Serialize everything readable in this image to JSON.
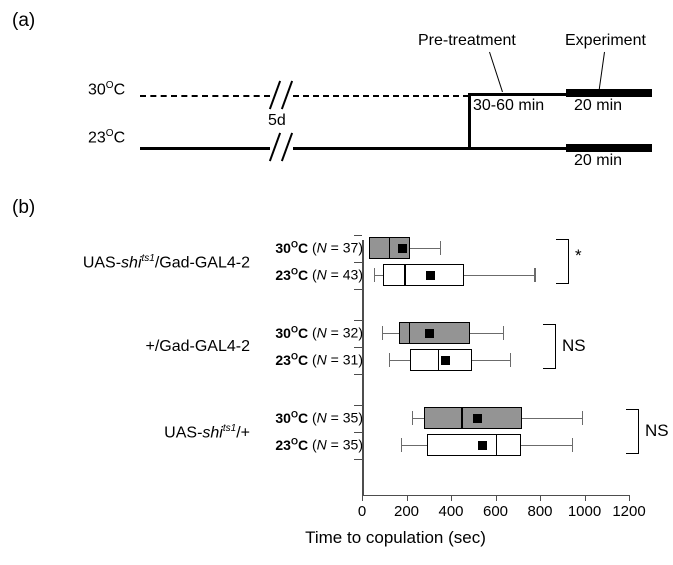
{
  "figure": {
    "panel_a_letter": "(a)",
    "panel_b_letter": "(b)"
  },
  "panel_a": {
    "temp_high": "30",
    "temp_high_sup": "O",
    "temp_high_unit": "C",
    "temp_low": "23",
    "temp_low_sup": "O",
    "temp_low_unit": "C",
    "duration_rearing": "5d",
    "callout_pretreatment": "Pre-treatment",
    "callout_experiment": "Experiment",
    "duration_pretreatment": "30-60 min",
    "duration_experiment_high": "20 min",
    "duration_experiment_low": "20 min"
  },
  "chart_data": {
    "type": "boxplot",
    "title": "",
    "xlabel": "Time to copulation (sec)",
    "ylabel": "",
    "xlim": [
      0,
      1200
    ],
    "xticks": [
      0,
      200,
      400,
      600,
      800,
      1000,
      1200
    ],
    "xticklabels": [
      "0",
      "200",
      "400",
      "600",
      "800",
      "1000",
      "1200"
    ],
    "grid": false,
    "legend": "none",
    "groups": [
      {
        "genotype_plain": "UAS-shi(ts1)/Gad-GAL4-2",
        "genotype_prefix": "UAS-",
        "genotype_italic": "shi",
        "genotype_sup": "ts1",
        "genotype_suffix": "/Gad-GAL4-2",
        "significance": "*",
        "rows": [
          {
            "temp": "30",
            "temp_sup": "O",
            "temp_unit": "C",
            "n_prefix": "(",
            "n_var": "N",
            "n_eq": " = ",
            "n_value": "37",
            "n_suffix": ")",
            "fill": "gray",
            "whisker_low": 30,
            "q1": 32,
            "median": 120,
            "mean": 180,
            "q3": 216,
            "whisker_high": 350
          },
          {
            "temp": "23",
            "temp_sup": "O",
            "temp_unit": "C",
            "n_prefix": "(",
            "n_var": "N",
            "n_eq": " = ",
            "n_value": "43",
            "n_suffix": ")",
            "fill": "white",
            "whisker_low": 55,
            "q1": 95,
            "median": 190,
            "mean": 310,
            "q3": 460,
            "whisker_high": 775
          }
        ]
      },
      {
        "genotype_plain": "+/Gad-GAL4-2",
        "genotype_prefix": "+/Gad-GAL4-2",
        "genotype_italic": "",
        "genotype_sup": "",
        "genotype_suffix": "",
        "significance": "NS",
        "rows": [
          {
            "temp": "30",
            "temp_sup": "O",
            "temp_unit": "C",
            "n_prefix": "(",
            "n_var": "N",
            "n_eq": " = ",
            "n_value": "32",
            "n_suffix": ")",
            "fill": "gray",
            "whisker_low": 90,
            "q1": 165,
            "median": 210,
            "mean": 305,
            "q3": 485,
            "whisker_high": 635
          },
          {
            "temp": "23",
            "temp_sup": "O",
            "temp_unit": "C",
            "n_prefix": "(",
            "n_var": "N",
            "n_eq": " = ",
            "n_value": "31",
            "n_suffix": ")",
            "fill": "white",
            "whisker_low": 120,
            "q1": 215,
            "median": 340,
            "mean": 375,
            "q3": 495,
            "whisker_high": 665
          }
        ]
      },
      {
        "genotype_plain": "UAS-shi(ts1)/+",
        "genotype_prefix": "UAS-",
        "genotype_italic": "shi",
        "genotype_sup": "ts1",
        "genotype_suffix": "/+",
        "significance": "NS",
        "rows": [
          {
            "temp": "30",
            "temp_sup": "O",
            "temp_unit": "C",
            "n_prefix": "(",
            "n_var": "N",
            "n_eq": " = ",
            "n_value": "35",
            "n_suffix": ")",
            "fill": "gray",
            "whisker_low": 225,
            "q1": 280,
            "median": 445,
            "mean": 520,
            "q3": 720,
            "whisker_high": 990
          },
          {
            "temp": "23",
            "temp_sup": "O",
            "temp_unit": "C",
            "n_prefix": "(",
            "n_var": "N",
            "n_eq": " = ",
            "n_value": "35",
            "n_suffix": ")",
            "fill": "white",
            "whisker_low": 175,
            "q1": 290,
            "median": 600,
            "mean": 540,
            "q3": 715,
            "whisker_high": 945
          }
        ]
      }
    ]
  }
}
